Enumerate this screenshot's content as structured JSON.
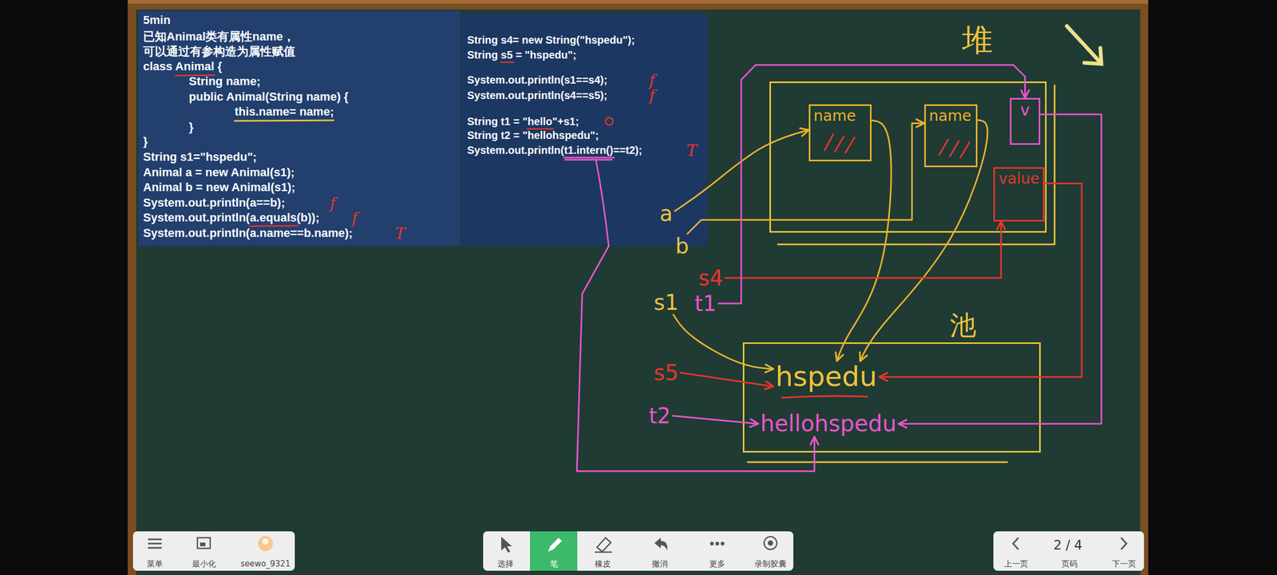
{
  "diagram": {
    "nodes": [
      {
        "text": [
          "5min",
          "已知Animal类有属性name， 可以通过有参构造为属性赋值",
          "class Animal {",
          "String name;",
          "public Animal(String name) {",
          "this.name= name;",
          "}",
          "}",
          "String s1=\"hspedu\";",
          "Animal a = new Animal(s1);",
          "Animal b = new Animal(s1);",
          "System.out.println(a==b);",
          "System.out.println(a.equals(b));",
          "System.out.println(a.name==b.name);"
        ]
      },
      {
        "text": [
          "String s4= new String(\"hspedu\");",
          "String s5 = \"hspedu\";",
          "System.out.println(s1==s4);",
          "System.out.println(s4==s5);",
          "String t1 = \"hello\"+s1;",
          "String t2 = \"hellohspedu\";",
          "System.out.println(t1.intern()==t2);"
        ]
      },
      {
        "text": [
          "堆"
        ]
      },
      {
        "text": [
          "name"
        ],
        "in": 2
      },
      {
        "text": [
          "name"
        ],
        "in": 2
      },
      {
        "text": [
          "v"
        ],
        "in": 2
      },
      {
        "text": [
          "value"
        ],
        "in": 2
      },
      {
        "text": [
          "池"
        ]
      },
      {
        "text": [
          "hspedu"
        ],
        "in": 7
      },
      {
        "text": [
          "hellohspedu"
        ],
        "in": 7
      },
      {
        "text": [
          "a"
        ]
      },
      {
        "text": [
          "b"
        ]
      },
      {
        "text": [
          "s4"
        ]
      },
      {
        "text": [
          "s1"
        ]
      },
      {
        "text": [
          "t1"
        ]
      },
      {
        "text": [
          "s5"
        ]
      },
      {
        "text": [
          "t2"
        ]
      }
    ],
    "edges": [
      {
        "from": 10,
        "to": 3,
        "arrow": "to"
      },
      {
        "from": 11,
        "to": 4,
        "arrow": "to"
      },
      {
        "from": 3,
        "to": 8,
        "arrow": "to"
      },
      {
        "from": 4,
        "to": 8,
        "arrow": "to"
      },
      {
        "from": 12,
        "to": 6,
        "arrow": "to"
      },
      {
        "from": 6,
        "to": 8,
        "arrow": "to"
      },
      {
        "from": 13,
        "to": 8,
        "arrow": "to"
      },
      {
        "from": 15,
        "to": 8,
        "arrow": "to"
      },
      {
        "from": 14,
        "to": 5,
        "arrow": "to"
      },
      {
        "from": 5,
        "to": 9,
        "arrow": "to"
      },
      {
        "from": 16,
        "to": 9,
        "arrow": "to"
      },
      {
        "from": 1,
        "to": 9,
        "arrow": "to"
      }
    ],
    "labels": [
      "f",
      "f",
      "T",
      "f",
      "f",
      "T",
      "菜单",
      "最小化",
      "seewo_9321",
      "选择",
      "笔",
      "橡皮",
      "撤消",
      "更多",
      "录制胶囊",
      "上一页",
      "2 / 4",
      "页码",
      "下一页"
    ]
  }
}
